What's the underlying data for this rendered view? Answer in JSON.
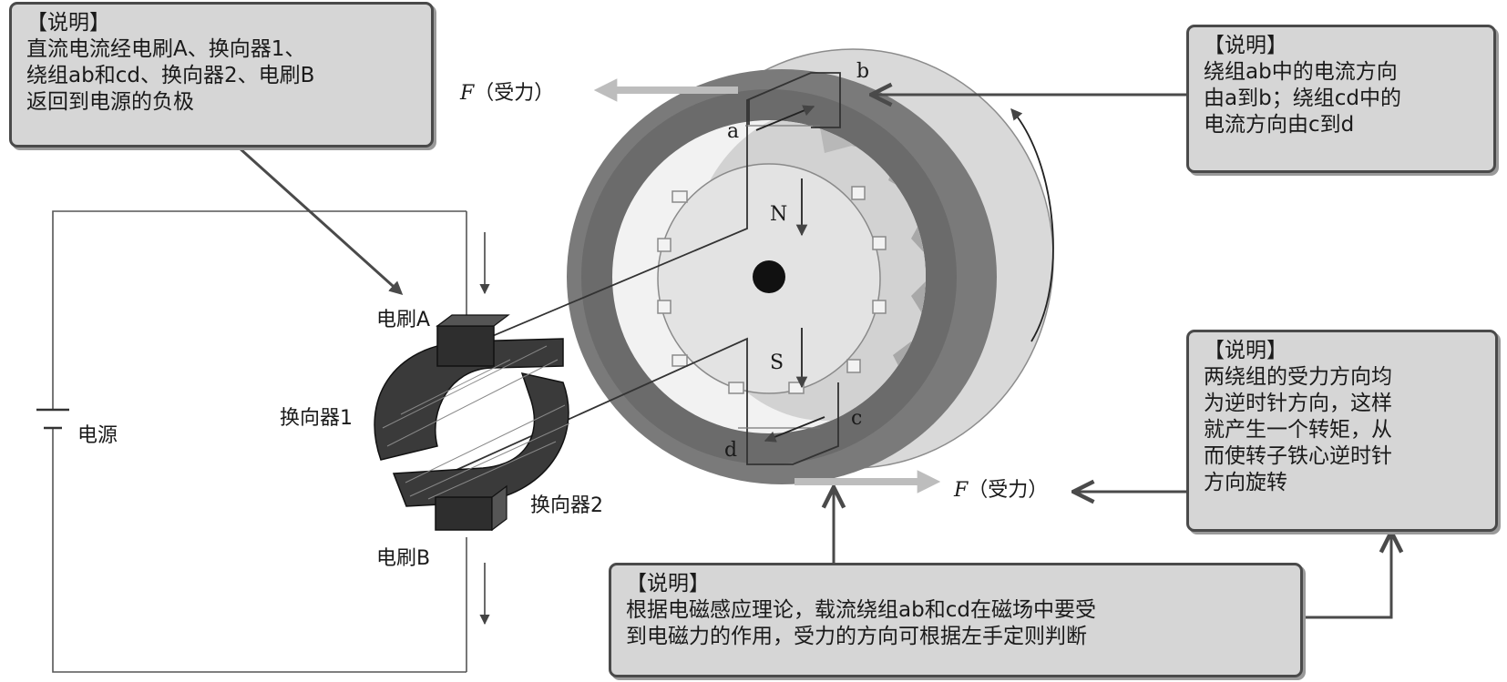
{
  "notes": {
    "top_left": {
      "title": "【说明】",
      "lines": [
        "直流电流经电刷A、换向器1、",
        "绕组ab和cd、换向器2、电刷B",
        "返回到电源的负极"
      ]
    },
    "top_right": {
      "title": "【说明】",
      "lines": [
        "绕组ab中的电流方向",
        "由a到b；绕组cd中的",
        "电流方向由c到d"
      ]
    },
    "right": {
      "title": "【说明】",
      "lines": [
        "两绕组的受力方向均",
        "为逆时针方向，这样",
        "就产生一个转矩，从",
        "而使转子铁心逆时针",
        "方向旋转"
      ]
    },
    "bottom": {
      "title": "【说明】",
      "lines": [
        "根据电磁感应理论，载流绕组ab和cd在磁场中要受",
        "到电磁力的作用，受力的方向可根据左手定则判断"
      ]
    }
  },
  "labels": {
    "brush_a": "电刷A",
    "brush_b": "电刷B",
    "commutator_1": "换向器1",
    "commutator_2": "换向器2",
    "power_source": "电源",
    "pole_n": "N",
    "pole_s": "S",
    "point_a": "a",
    "point_b": "b",
    "point_c": "c",
    "point_d": "d"
  },
  "forces": {
    "top": {
      "symbol": "F",
      "text": "（受力）"
    },
    "bottom": {
      "symbol": "F",
      "text": "（受力）"
    }
  },
  "colors": {
    "note_fill": "#d6d6d6",
    "note_border": "#4a4a4a",
    "stator_ring": "#6b6b6b",
    "outer_body": "#d9d9d9",
    "rotor_core": "#e3e3e3",
    "rotor_slots": "#a8a8a8",
    "commutator": "#3a3a3a",
    "force_arrow": "#bdbdbd"
  }
}
